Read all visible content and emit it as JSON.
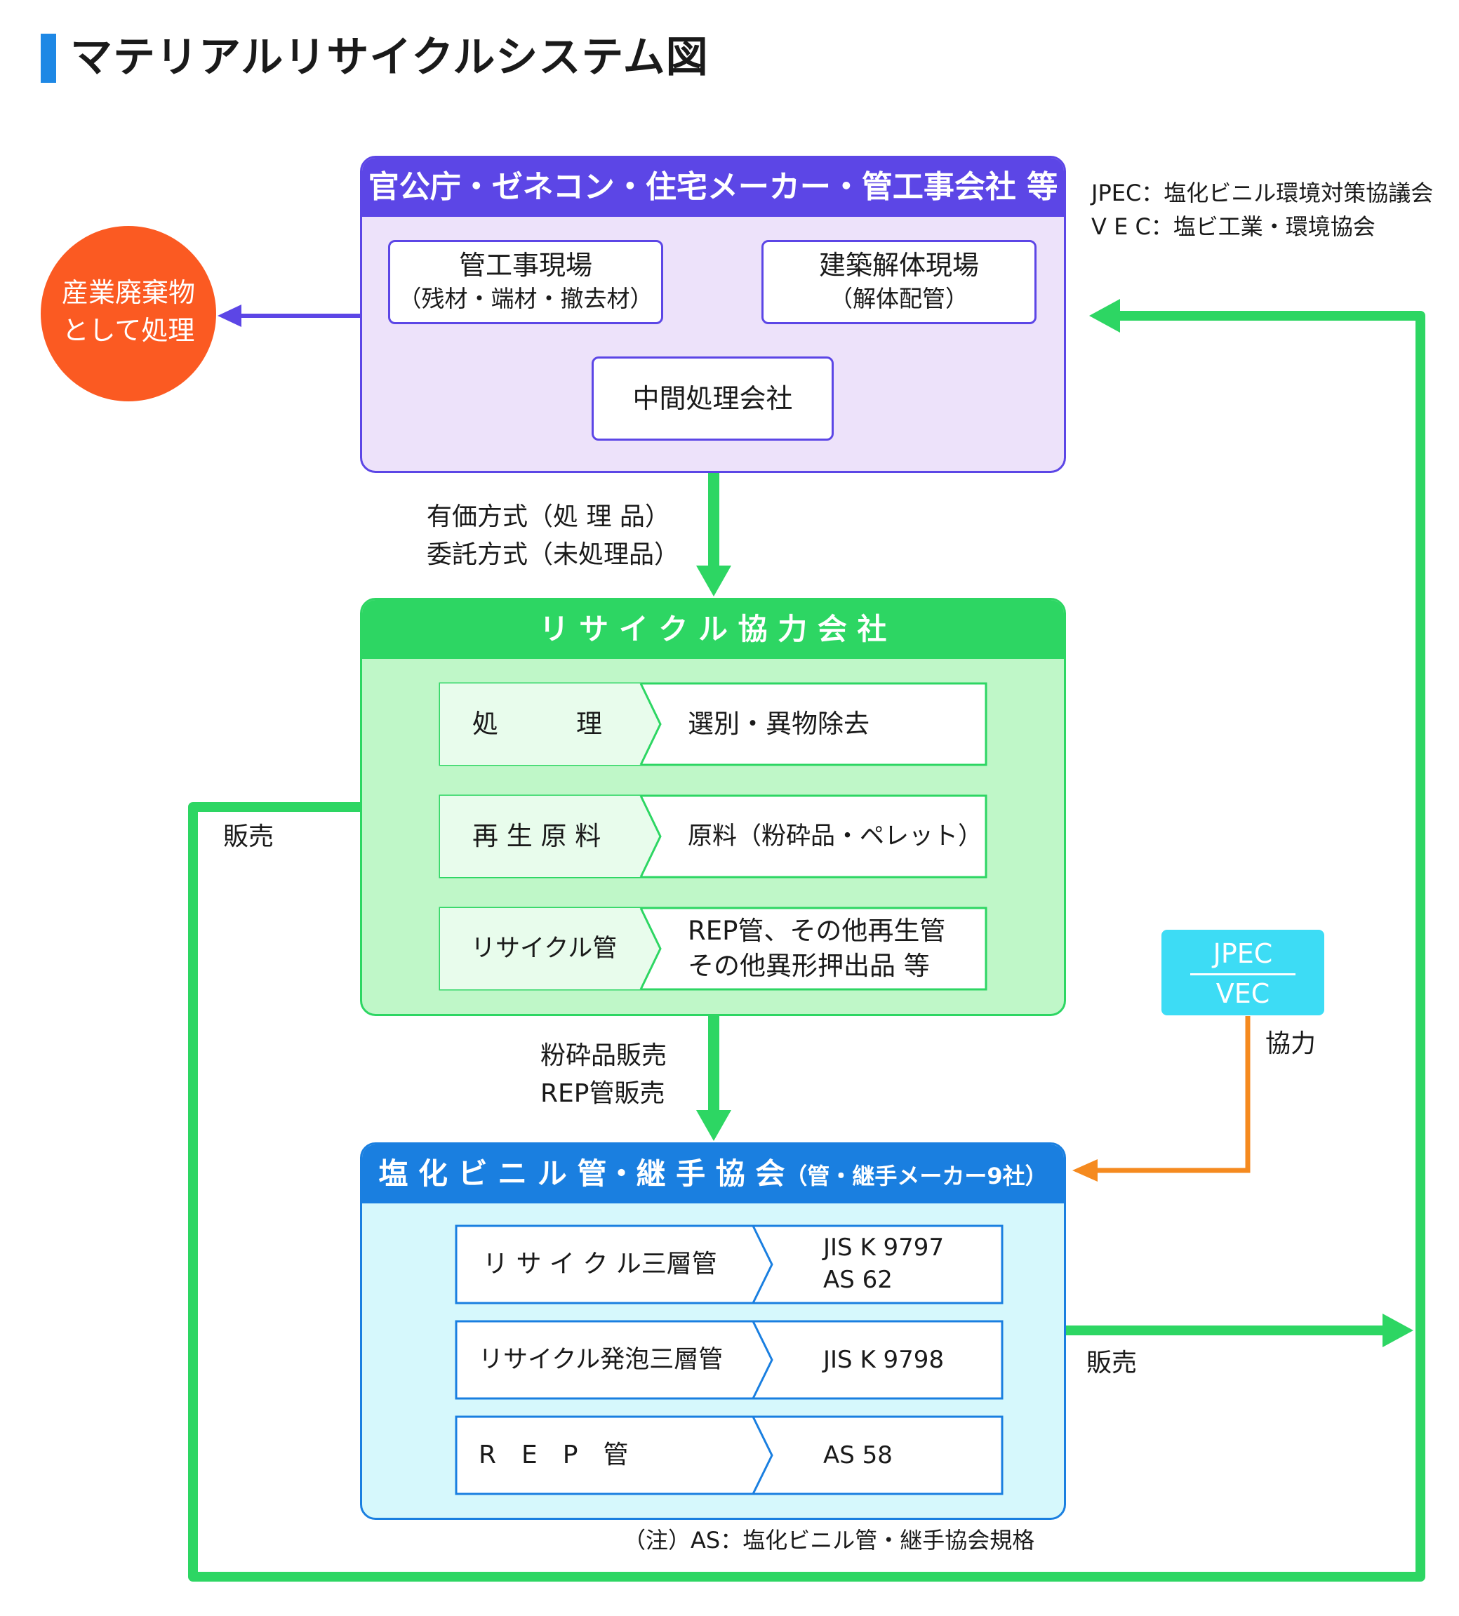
{
  "title": "マテリアルリサイクルシステム図",
  "legend": {
    "jpec": "JPEC：塩化ビニル環境対策協議会",
    "vec": "V E C：塩ビ工業・環境協会"
  },
  "top_group": {
    "header": "官公庁・ゼネコン・住宅メーカー・管工事会社 等",
    "site1": {
      "line1": "管工事現場",
      "line2": "（残材・端材・撤去材）"
    },
    "site2": {
      "line1": "建築解体現場",
      "line2": "（解体配管）"
    },
    "middle": "中間処理会社"
  },
  "waste": {
    "line1": "産業廃棄物",
    "line2": "として処理"
  },
  "flow1": {
    "line1": "有価方式（処 理 品）",
    "line2": "委託方式（未処理品）"
  },
  "recycle": {
    "header": "リ サ イ ク ル 協 力 会 社",
    "steps": [
      {
        "label": "処　　　理",
        "desc1": "選別・異物除去",
        "desc2": ""
      },
      {
        "label": "再 生 原 料",
        "desc1": "原料（粉砕品・ペレット）",
        "desc2": ""
      },
      {
        "label": "リサイクル管",
        "desc1": "REP管、その他再生管",
        "desc2": "その他異形押出品 等"
      }
    ]
  },
  "sale_left": "販売",
  "jpec_box": {
    "top": "JPEC",
    "bottom": "VEC"
  },
  "cooperation": "協力",
  "flow2": {
    "line1": "粉砕品販売",
    "line2": "REP管販売"
  },
  "assoc": {
    "header_main": "塩 化 ビ ニ ル 管・継 手 協 会",
    "header_sub": "（管・継手メーカー9社）",
    "rows": [
      {
        "label": "リ サ イ ク ル三層管",
        "spec1": "JIS K 9797",
        "spec2": "AS 62"
      },
      {
        "label": "リサイクル発泡三層管",
        "spec1": "JIS K 9798",
        "spec2": ""
      },
      {
        "label": "R　E　P　管",
        "spec1": "AS 58",
        "spec2": ""
      }
    ]
  },
  "sale_right": "販売",
  "footnote": "（注）AS：塩化ビニル管・継手協会規格",
  "colors": {
    "accent_blue": "#1e88e5",
    "top_purple": "#5c46e6",
    "top_fill": "#ede2fa",
    "green": "#2dd663",
    "green_fill": "#bff7c8",
    "assoc_blue": "#1a7fe0",
    "assoc_fill": "#d6f8fc",
    "waste_orange": "#fb5a22",
    "jpec_cyan": "#3ddcf5",
    "coop_orange": "#f58a1f"
  }
}
